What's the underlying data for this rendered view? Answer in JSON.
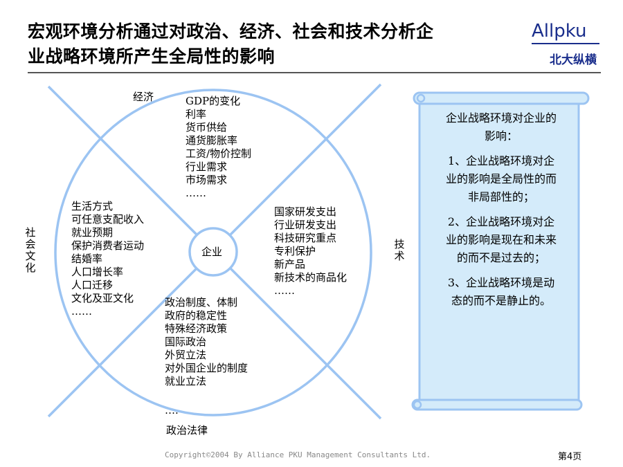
{
  "header": {
    "title_line1": "宏观环境分析通过对政治、经济、社会和技术分析企",
    "title_line2": "业战略环境所产生全局性的影响",
    "logo_en": "Allpku",
    "logo_cn": "北大纵横"
  },
  "diagram": {
    "center_label": "企业",
    "quadrants": {
      "economy": {
        "title": "经济",
        "items": [
          "GDP的变化",
          "利率",
          "货币供给",
          "通货膨胀率",
          "工资/物价控制",
          "行业需求",
          "市场需求",
          "……"
        ]
      },
      "social": {
        "title": "社会文化",
        "items": [
          "生活方式",
          "可任意支配收入",
          "就业预期",
          "保护消费者运动",
          "结婚率",
          "人口增长率",
          "人口迁移",
          "文化及亚文化",
          "……"
        ]
      },
      "technology": {
        "title": "技术",
        "items": [
          "国家研发支出",
          "行业研发支出",
          "科技研究重点",
          "专利保护",
          "新产品",
          "新技术的商品化",
          "……"
        ]
      },
      "politics": {
        "title": "政治法律",
        "items": [
          "政治制度、体制",
          "政府的稳定性",
          "特殊经济政策",
          "国际政治",
          "外贸立法",
          "对外国企业的制度",
          "就业立法"
        ],
        "ellipsis": "…."
      }
    }
  },
  "scroll": {
    "heading": "企业战略环境对企业的影响：",
    "points": [
      "1、企业战略环境对企业的影响是全局性的而非局部性的；",
      "2、企业战略环境对企业的影响是现在和未来的而不是过去的；",
      "3、企业战略环境是动态的而不是静止的。"
    ]
  },
  "footer": {
    "copyright": "Copyright©2004 By Alliance PKU Management Consultants Ltd.",
    "page": "第4页"
  },
  "colors": {
    "line": "#9cc4f2",
    "scroll_fill": "#d4ebfa",
    "scroll_border": "#9cc4f2",
    "logo": "#1a2e8c"
  }
}
